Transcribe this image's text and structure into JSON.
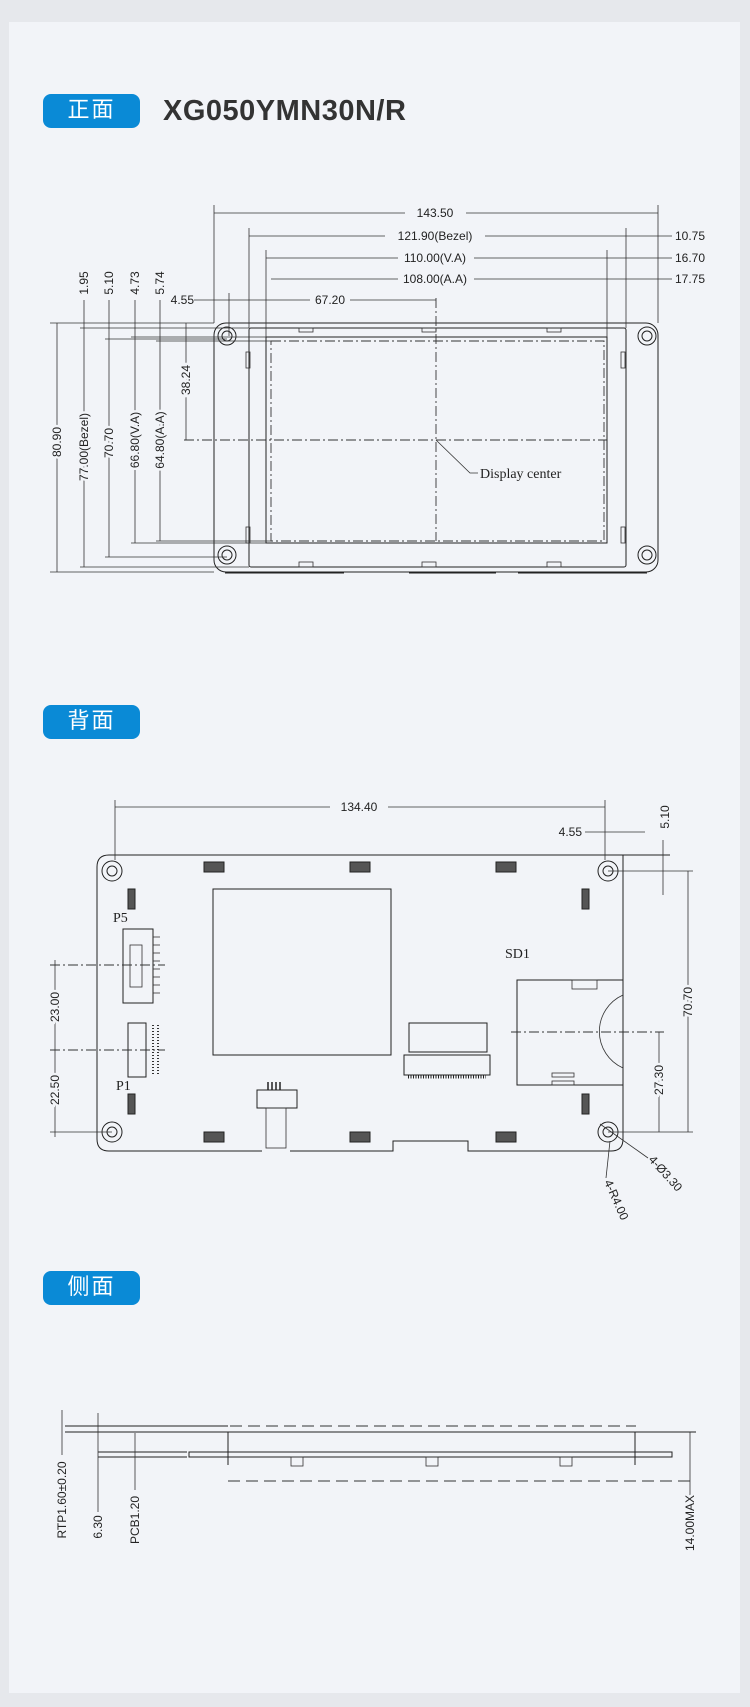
{
  "sections": {
    "front": {
      "label": "正面",
      "title": "XG050YMN30N/R"
    },
    "back": {
      "label": "背面"
    },
    "side": {
      "label": "侧面"
    }
  },
  "front_dims": {
    "overall_width": "143.50",
    "bezel_width": "121.90(Bezel)",
    "va_width": "110.00(V.A)",
    "aa_width": "108.00(A.A)",
    "right_10": "10.75",
    "right_16": "16.70",
    "right_17": "17.75",
    "center_x": "67.20",
    "hole_offset": "4.55",
    "overall_height": "80.90",
    "bezel_height": "77.00(Bezel)",
    "hole_pitch": "70.70",
    "va_height": "66.80(V.A)",
    "aa_height": "64.80(A.A)",
    "center_y": "38.24",
    "top_1": "1.95",
    "top_2": "5.10",
    "top_3": "4.73",
    "top_4": "5.74",
    "display_center": "Display center"
  },
  "back_dims": {
    "hole_span": "134.40",
    "hole_offset_x": "4.55",
    "hole_offset_y": "5.10",
    "hole_pitch_y": "70.70",
    "sd_offset": "27.30",
    "p5_offset": "23.00",
    "p1_offset": "22.50",
    "hole_dia": "4-Ø3.30",
    "corner_radius": "4-R4.00",
    "p5_label": "P5",
    "p1_label": "P1",
    "sd_label": "SD1"
  },
  "side_dims": {
    "rtp": "RTP1.60±0.20",
    "total": "6.30",
    "pcb": "PCB1.20",
    "max": "14.00MAX"
  }
}
